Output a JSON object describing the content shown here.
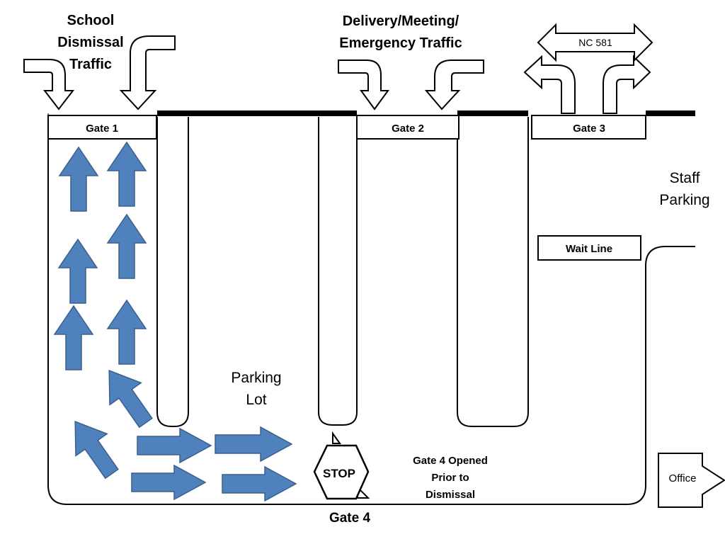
{
  "labels": {
    "school_dismissal": [
      "School",
      "Dismissal",
      "Traffic"
    ],
    "delivery": [
      "Delivery/Meeting/",
      "Emergency Traffic"
    ],
    "nc581": "NC 581",
    "gate1": "Gate 1",
    "gate2": "Gate 2",
    "gate3": "Gate 3",
    "gate4": "Gate 4",
    "staff_parking": [
      "Staff",
      "Parking"
    ],
    "wait_line": "Wait Line",
    "parking_lot": [
      "Parking",
      "Lot"
    ],
    "stop": "STOP",
    "gate4_note": [
      "Gate 4 Opened",
      "Prior to",
      "Dismissal"
    ],
    "office": "Office"
  },
  "colors": {
    "flow_arrow_fill": "#4F81BD",
    "flow_arrow_stroke": "#3A5F8C",
    "outline": "#000000",
    "background": "#ffffff"
  }
}
